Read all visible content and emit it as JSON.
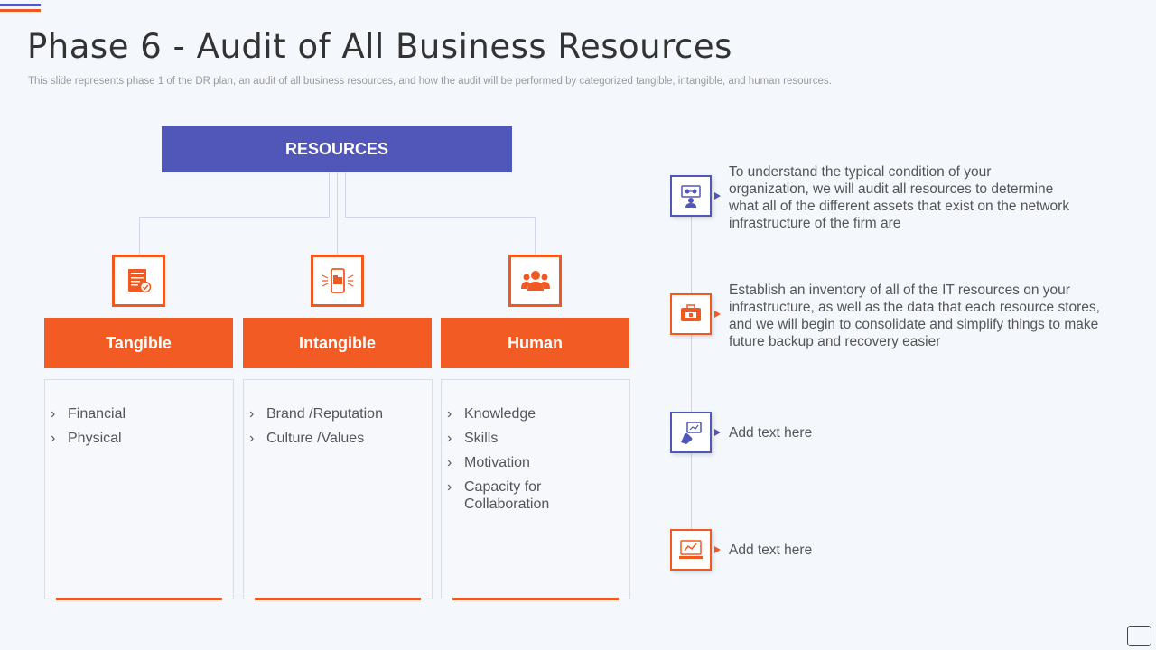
{
  "header": {
    "title": "Phase 6 - Audit of All Business Resources",
    "subtitle": "This slide represents phase 1 of the DR plan, an audit of all business resources, and how the audit will be performed by categorized tangible, intangible, and human resources."
  },
  "tree": {
    "root_label": "RESOURCES",
    "categories": [
      {
        "label": "Tangible",
        "icon": "document-chart-icon",
        "items": [
          "Financial",
          "Physical"
        ]
      },
      {
        "label": "Intangible",
        "icon": "mobile-folder-icon",
        "items": [
          "Brand /Reputation",
          "Culture  /Values"
        ]
      },
      {
        "label": "Human",
        "icon": "people-group-icon",
        "items": [
          "Knowledge",
          "Skills",
          "Motivation",
          "Capacity for Collaboration"
        ]
      }
    ]
  },
  "timeline": [
    {
      "icon": "network-audit-icon",
      "text": "To understand  the typical condition of your organization,  we will audit all resources to determine what all of the  different assets that exist on the network infrastructure  of the firm are"
    },
    {
      "icon": "inventory-icon",
      "text": "Establish an inventory  of all of the IT  resources on your infrastructure,  as well as the data that each resource stores, and we will begin to consolidate and simplify things to make future  backup and recovery easier"
    },
    {
      "icon": "touch-screen-icon",
      "text": "Add text here"
    },
    {
      "icon": "monitor-chart-icon",
      "text": "Add text here"
    }
  ],
  "colors": {
    "primary_blue": "#5157b8",
    "accent_orange": "#f25c24",
    "background": "#f4f7fc"
  }
}
